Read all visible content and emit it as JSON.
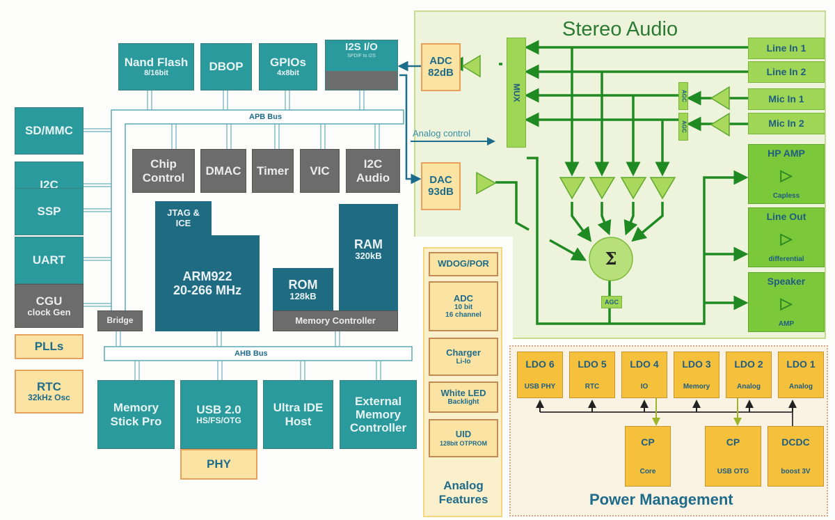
{
  "diagram": {
    "apb_bus": "APB Bus",
    "ahb_bus": "AHB Bus",
    "analog_control": "Analog control",
    "top_peripherals": [
      {
        "title": "Nand Flash",
        "sub": "8/16bit"
      },
      {
        "title": "DBOP",
        "sub": ""
      },
      {
        "title": "GPIOs",
        "sub": "4x8bit"
      },
      {
        "title": "I2S I/O",
        "sub": "SPDIF to I2S"
      }
    ],
    "apb_blocks": [
      {
        "title": "Chip Control"
      },
      {
        "title": "DMAC"
      },
      {
        "title": "Timer"
      },
      {
        "title": "VIC"
      },
      {
        "title": "I2C Audio"
      }
    ],
    "left_blocks": [
      {
        "title": "SD/MMC",
        "sub": ""
      },
      {
        "title": "I2C",
        "sub": ""
      },
      {
        "title": "SSP",
        "sub": ""
      },
      {
        "title": "UART",
        "sub": ""
      },
      {
        "title": "CGU",
        "sub": "clock Gen"
      }
    ],
    "clock_blocks": [
      {
        "title": "PLLs",
        "sub": ""
      },
      {
        "title": "RTC",
        "sub": "32kHz Osc"
      }
    ],
    "bridge": "Bridge",
    "cpu": {
      "jtag": "JTAG & ICE",
      "title": "ARM922",
      "sub": "20-266 MHz"
    },
    "memory": {
      "rom": {
        "title": "ROM",
        "sub": "128kB"
      },
      "ram": {
        "title": "RAM",
        "sub": "320kB"
      },
      "controller": "Memory Controller"
    },
    "ahb_blocks": [
      {
        "title": "Memory Stick Pro"
      },
      {
        "title": "USB 2.0",
        "sub": "HS/FS/OTG"
      },
      {
        "title": "Ultra IDE Host"
      },
      {
        "title": "External Memory Controller"
      }
    ],
    "phy": "PHY",
    "stereo_audio": {
      "title": "Stereo Audio",
      "adc": {
        "title": "ADC",
        "sub": "82dB"
      },
      "dac": {
        "title": "DAC",
        "sub": "93dB"
      },
      "mux": "MUX",
      "agc": "AGC",
      "sum_symbol": "Σ",
      "inputs": [
        "Line In 1",
        "Line In 2",
        "Mic In 1",
        "Mic In 2"
      ],
      "outputs": [
        {
          "title": "HP AMP",
          "sub": "Capless"
        },
        {
          "title": "Line Out",
          "sub": "differential"
        },
        {
          "title": "Speaker",
          "sub": "AMP"
        }
      ]
    },
    "analog_features": {
      "title": "Analog Features",
      "items": [
        {
          "title": "WDOG/POR",
          "lines": []
        },
        {
          "title": "ADC",
          "lines": [
            "10 bit",
            "16 channel"
          ]
        },
        {
          "title": "Charger",
          "lines": [
            "Li-Io"
          ]
        },
        {
          "title": "White LED",
          "lines": [
            "Backlight"
          ]
        },
        {
          "title": "UID",
          "lines": [
            "128bit OTPROM"
          ]
        }
      ]
    },
    "power_management": {
      "title": "Power Management",
      "ldos": [
        {
          "title": "LDO 6",
          "sub": "USB PHY"
        },
        {
          "title": "LDO 5",
          "sub": "RTC"
        },
        {
          "title": "LDO 4",
          "sub": "IO"
        },
        {
          "title": "LDO 3",
          "sub": "Memory"
        },
        {
          "title": "LDO 2",
          "sub": "Analog"
        },
        {
          "title": "LDO 1",
          "sub": "Analog"
        }
      ],
      "converters": [
        {
          "title": "CP",
          "sub": "Core"
        },
        {
          "title": "CP",
          "sub": "USB OTG"
        },
        {
          "title": "DCDC",
          "sub": "boost 3V"
        }
      ]
    }
  }
}
